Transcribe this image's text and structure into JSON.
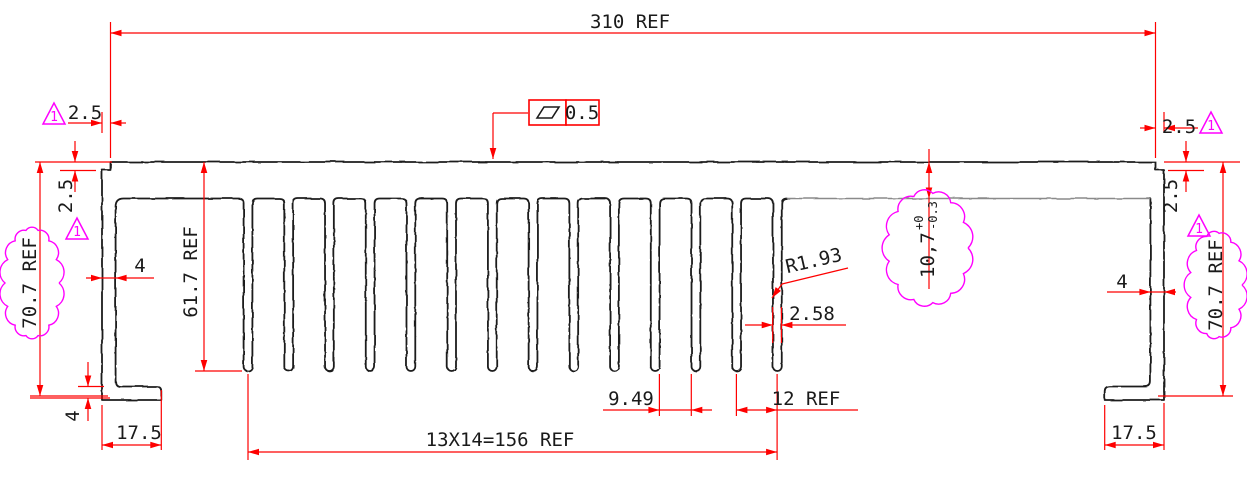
{
  "title": "heatsink-extrusion-cross-section-drawing",
  "colors": {
    "dimension": "#fe0000",
    "revision": "#ff00ff",
    "outline": "#1a1a1a",
    "hidden_segment": "#8a8a8a",
    "background": "#ffffff"
  },
  "revision": {
    "marker": "1"
  },
  "gdt": {
    "flatness_value": "0.5"
  },
  "dimensions": {
    "overall_width": "310 REF",
    "left_step_width": "2.5",
    "left_step_depth": "2.5",
    "left_overall_height": "70.7 REF",
    "left_wall_thickness": "4",
    "fin_height": "61.7 REF",
    "left_foot_thickness": "4",
    "left_foot_width": "17.5",
    "fin_root_radius": "R1.93",
    "fin_thickness": "2.58",
    "fin_gap": "9.49",
    "fin_pitch": "12 REF",
    "fin_span": "13X14=156 REF",
    "base_thickness": "10,7",
    "base_thickness_tol_upper": "+0",
    "base_thickness_tol_lower": "-0.3",
    "right_step_width": "2.5",
    "right_step_depth": "2.5",
    "right_wall_thickness": "4",
    "right_overall_height": "70.7 REF",
    "right_foot_width": "17.5"
  }
}
